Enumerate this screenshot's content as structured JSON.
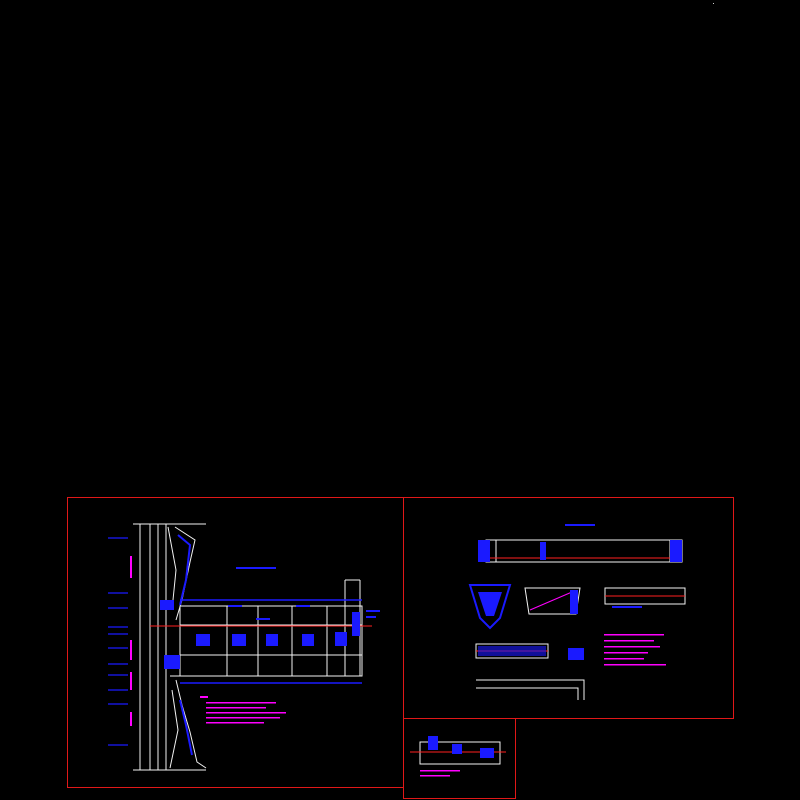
{
  "app": {
    "description_free": true
  },
  "colors": {
    "background": "#000000",
    "sheet_border": "#e01818",
    "linework": "#f2f2f2",
    "blue": "#1a1aff",
    "magenta": "#ff00ff",
    "red": "#ff2020"
  },
  "sheets": [
    {
      "id": "sheet-1",
      "label": ""
    },
    {
      "id": "sheet-2",
      "label": ""
    },
    {
      "id": "sheet-3",
      "label": ""
    }
  ]
}
